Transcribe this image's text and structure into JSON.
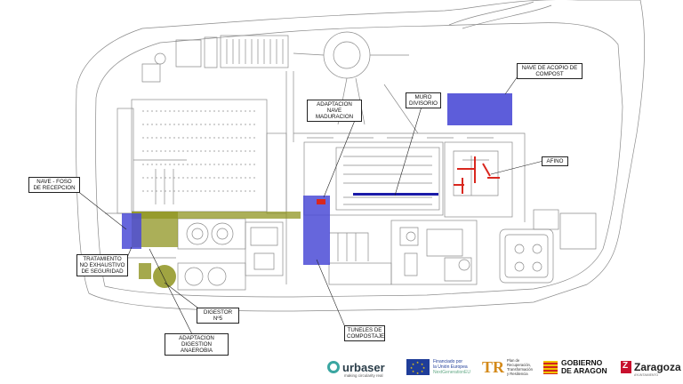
{
  "labels": {
    "nave_acopio": "NAVE DE ACOPIO DE\nCOMPOST",
    "muro": "MURO\nDIVISORIO",
    "adaptacion_maduracion": "ADAPTACION\nNAVE MADURACION",
    "afino": "AFINO",
    "nave_foso": "NAVE - FOSO\nDE RECEPCION",
    "tratamiento": "TRATAMIENTO\nNO EXHAUSTIVO\nDE SEGURIDAD",
    "digestor": "DIGESTOR Nº5",
    "adaptacion_digestion": "ADAPTACION\nDIGESTION ANAEROBIA",
    "tuneles": "TUNELES DE\nCOMPOSTAJE"
  },
  "logos": {
    "urbaser_name": "urbaser",
    "urbaser_tag": "making circularity real",
    "eu_line1": "Financiado por",
    "eu_line2": "la Unión Europea",
    "eu_line3": "NextGenerationEU",
    "prtr_line1": "Plan de",
    "prtr_line2": "Recuperación,",
    "prtr_line3": "Transformación",
    "prtr_line4": "y Resiliencia",
    "aragon_line1": "GOBIERNO",
    "aragon_line2": "DE ARAGON",
    "zaragoza_name": "Zaragoza",
    "zaragoza_tag": "AYUNTAMIENTO"
  },
  "colors": {
    "line": "#8a8a8a",
    "blue_zone": "#4b4bd6",
    "olive_zone": "#8f9420",
    "red_equipment": "#d9271e",
    "navy_wall": "#1b1ba8"
  }
}
